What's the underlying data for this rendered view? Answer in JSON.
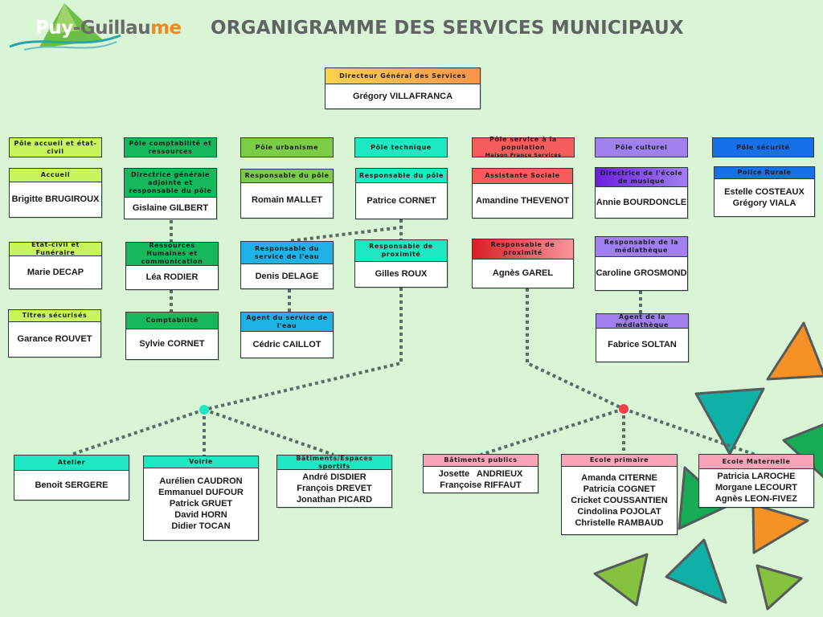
{
  "header": {
    "logo": {
      "part1": "Puy",
      "part2": "-Guillau",
      "part3": "me"
    },
    "title": "ORGANIGRAMME DES SERVICES MUNICIPAUX"
  },
  "colors": {
    "background": "#d9f5d6",
    "connector": "#5c6b64",
    "dgs_gradient": [
      "#fbd34a",
      "#f7934a"
    ],
    "accueil": "#c7f55c",
    "comptabilite": "#15b85a",
    "urbanisme": "#7ccc45",
    "technique": "#1de8c2",
    "eau": "#1fb2e6",
    "population": "#f75c5c",
    "culturel": "#a07ff0",
    "securite": "#1670e8",
    "ecoles": "#f9a3b8",
    "node_technique": "#1de8c2",
    "node_population": "#f0404a"
  },
  "director": {
    "title": "Directeur Général des Services",
    "name": "Grégory VILLAFRANCA"
  },
  "poles": [
    {
      "label": "Pôle accueil et état-civil",
      "sub": ""
    },
    {
      "label": "Pôle comptabilité et ressources",
      "sub": ""
    },
    {
      "label": "Pôle urbanisme",
      "sub": ""
    },
    {
      "label": "Pôle technique",
      "sub": ""
    },
    {
      "label": "Pôle service à la population",
      "sub": "Maison France Services"
    },
    {
      "label": "Pôle culturel",
      "sub": ""
    },
    {
      "label": "Pôle sécurité",
      "sub": ""
    }
  ],
  "boxes": {
    "accueil": {
      "title": "Accueil",
      "names": [
        "Brigitte BRUGIROUX"
      ]
    },
    "etat_civil": {
      "title": "Etat-civil et Funéraire",
      "names": [
        "Marie DECAP"
      ]
    },
    "titres": {
      "title": "Titres sécurisés",
      "names": [
        "Garance ROUVET"
      ]
    },
    "dga": {
      "title": "Directrice générale adjointe et responsable du pôle",
      "names": [
        "Gislaine GILBERT"
      ]
    },
    "rh": {
      "title": "Ressources Humaines et communication",
      "names": [
        "Léa RODIER"
      ]
    },
    "compta": {
      "title": "Comptabilité",
      "names": [
        "Sylvie CORNET"
      ]
    },
    "urba_resp": {
      "title": "Responsable du pôle",
      "names": [
        "Romain MALLET"
      ]
    },
    "tech_resp": {
      "title": "Responsable du pôle",
      "names": [
        "Patrice CORNET"
      ]
    },
    "eau_resp": {
      "title": "Responsable du service de l'eau",
      "names": [
        "Denis DELAGE"
      ]
    },
    "eau_agent": {
      "title": "Agent du service de l'eau",
      "names": [
        "Cédric CAILLOT"
      ]
    },
    "tech_prox": {
      "title": "Responsable de proximité",
      "names": [
        "Gilles ROUX"
      ]
    },
    "social": {
      "title": "Assistante Sociale",
      "names": [
        "Amandine THEVENOT"
      ]
    },
    "pop_prox": {
      "title": "Responsable de proximité",
      "names": [
        "Agnès GAREL"
      ]
    },
    "musique": {
      "title": "Directrice de l'école de musique",
      "names": [
        "Annie BOURDONCLE"
      ]
    },
    "media_resp": {
      "title": "Responsable de la médiathèque",
      "names": [
        "Caroline GROSMOND"
      ]
    },
    "media_agent": {
      "title": "Agent de la médiathèque",
      "names": [
        "Fabrice SOLTAN"
      ]
    },
    "police": {
      "title": "Police Rurale",
      "names": [
        "Estelle COSTEAUX",
        "Grégory VIALA"
      ]
    },
    "atelier": {
      "title": "Atelier",
      "names": [
        "Benoit SERGERE"
      ]
    },
    "voirie": {
      "title": "Voirie",
      "names": [
        "Aurélien CAUDRON",
        "Emmanuel DUFOUR",
        "Patrick GRUET",
        "David HORN",
        "Didier TOCAN"
      ]
    },
    "batiments_sport": {
      "title": "Bâtiments/Espaces sportifs",
      "names": [
        "André DISDIER",
        "François DREVET",
        "Jonathan PICARD"
      ]
    },
    "batiments_publics": {
      "title": "Bâtiments publics",
      "names": [
        "Josette   ANDRIEUX",
        "Françoise RIFFAUT"
      ]
    },
    "ecole_primaire": {
      "title": "Ecole primaire",
      "names": [
        "Amanda CITERNE",
        "Patricia COGNET",
        "Cricket COUSSANTIEN",
        "Cindolina POJOLAT",
        "Christelle RAMBAUD"
      ]
    },
    "ecole_maternelle": {
      "title": "Ecole Maternelle",
      "names": [
        "Patricia LAROCHE",
        "Morgane LECOURT",
        "Agnès LEON-FIVEZ"
      ]
    }
  }
}
